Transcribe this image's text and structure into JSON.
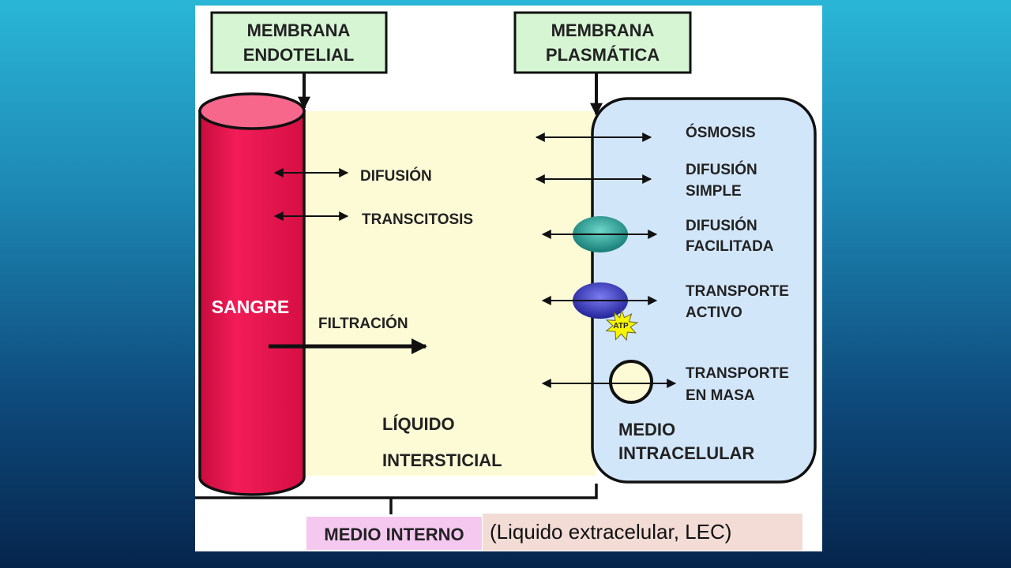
{
  "diagram": {
    "membrana_endotelial": [
      "MEMBRANA",
      "ENDOTELIAL"
    ],
    "membrana_plasmatica": [
      "MEMBRANA",
      "PLASMÁTICA"
    ],
    "sangre": "SANGRE",
    "difusion": "DIFUSIÓN",
    "transcitosis": "TRANSCITOSIS",
    "filtracion": "FILTRACIÓN",
    "liquido": [
      "LÍQUIDO",
      "INTERSTICIAL"
    ],
    "medio_intracelular": [
      "MEDIO",
      "INTRACELULAR"
    ],
    "osmosis": "ÓSMOSIS",
    "difusion_simple": [
      "DIFUSIÓN",
      "SIMPLE"
    ],
    "difusion_facilitada": [
      "DIFUSIÓN",
      "FACILITADA"
    ],
    "transporte_activo": [
      "TRANSPORTE",
      "ACTIVO"
    ],
    "atp": "ATP",
    "transporte_masa": [
      "TRANSPORTE",
      "EN MASA"
    ],
    "medio_interno": "MEDIO INTERNO",
    "nota": "(Liquido extracelular, LEC)"
  },
  "colors": {
    "label_box": "#d5f5d3",
    "interstitial": "#fdfbd6",
    "intracellular": "#d2e6fa",
    "blood_vessel": "#e5154e",
    "vessel_top": "#f7678c",
    "facilitated_protein": "#1f9d94",
    "active_protein": "#3636b8",
    "atp_star": "#f7f500",
    "medio_interno_box": "#f5c8f0",
    "note_box": "#f3dcd6"
  }
}
